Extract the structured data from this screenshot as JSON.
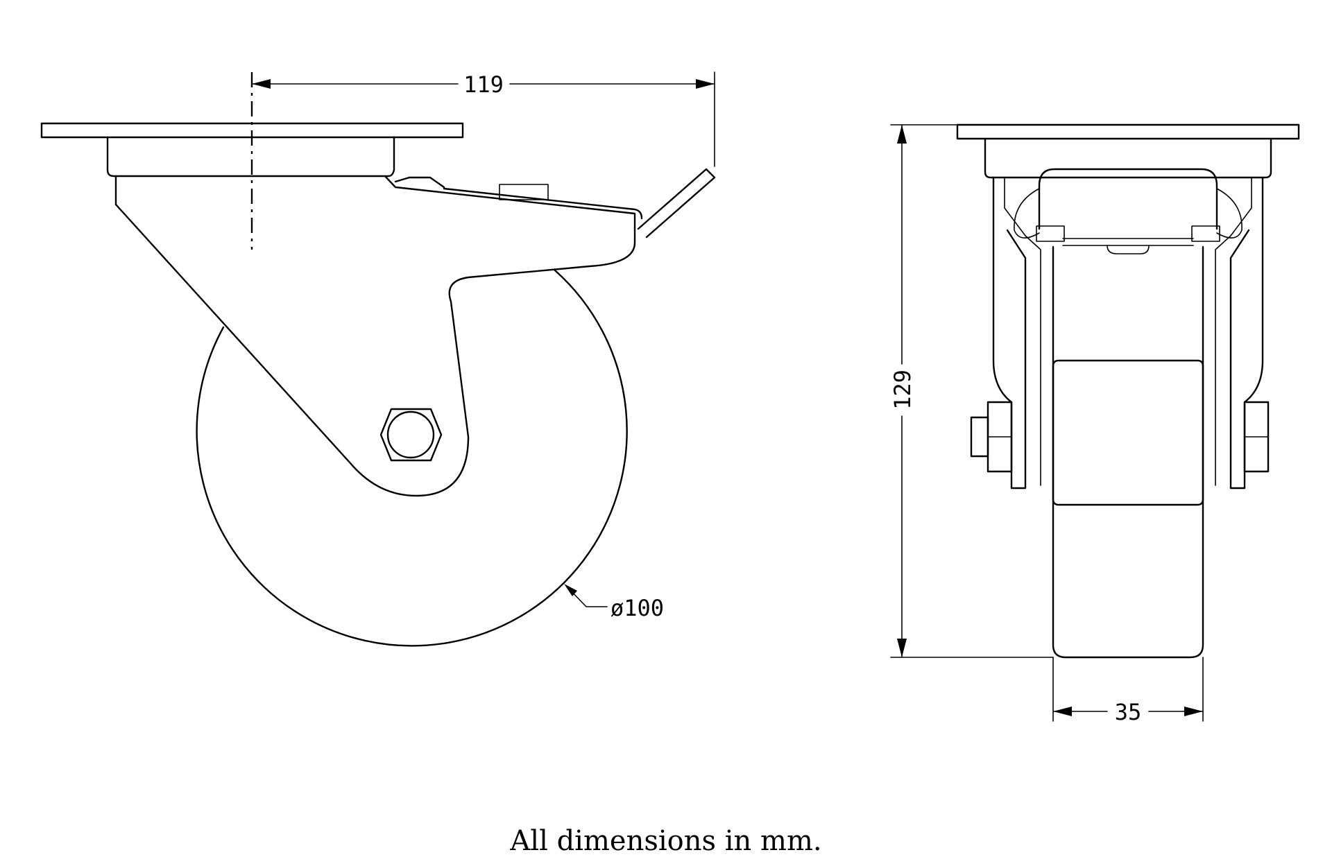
{
  "diagram": {
    "views": [
      "side-view",
      "front-view"
    ],
    "dimensions": {
      "overall_offset": "119",
      "overall_height": "129",
      "wheel_diameter": "ø100",
      "wheel_width": "35"
    },
    "caption": "All dimensions in mm."
  }
}
